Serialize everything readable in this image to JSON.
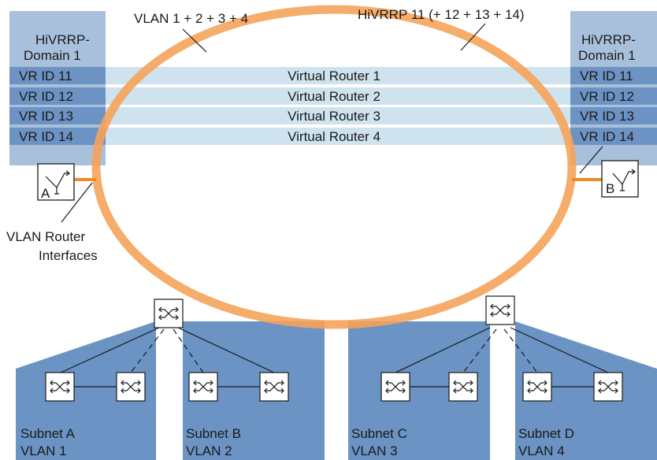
{
  "top_labels": {
    "vlans": "VLAN 1 + 2 + 3 + 4",
    "hivrrp": "HiVRRP 11 (+ 12 + 13 + 14)"
  },
  "domain_left": {
    "line1": "HiVRRP-",
    "line2": "Domain 1"
  },
  "domain_right": {
    "line1": "HiVRRP-",
    "line2": "Domain 1"
  },
  "vr_ids": [
    "VR ID 11",
    "VR ID 12",
    "VR ID 13",
    "VR ID 14"
  ],
  "virtual_routers": [
    "Virtual Router 1",
    "Virtual Router 2",
    "Virtual Router 3",
    "Virtual Router 4"
  ],
  "routers": {
    "left": "A",
    "right": "B"
  },
  "interface_label": {
    "line1": "VLAN Router",
    "line2": "Interfaces"
  },
  "subnets": [
    {
      "name": "Subnet A",
      "vlan": "VLAN 1"
    },
    {
      "name": "Subnet B",
      "vlan": "VLAN 2"
    },
    {
      "name": "Subnet C",
      "vlan": "VLAN 3"
    },
    {
      "name": "Subnet D",
      "vlan": "VLAN 4"
    }
  ],
  "colors": {
    "ring": "#f5a35a",
    "domain_panel": "#a9c0dd",
    "band": "#cfe3ef",
    "vr_cell": "#6d93c4",
    "subnet": "#6b93c3",
    "interface": "#f08a24"
  }
}
